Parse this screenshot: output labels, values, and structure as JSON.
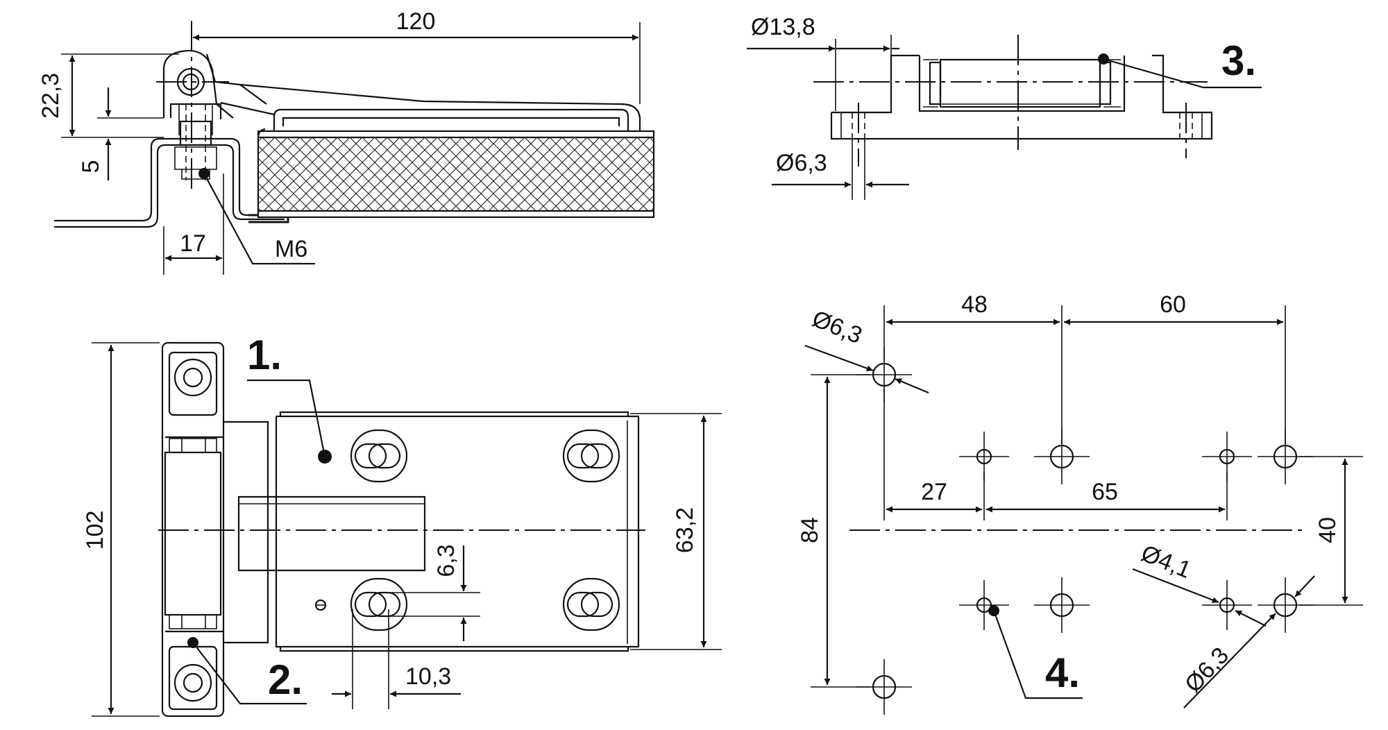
{
  "dimensions": {
    "side_view": {
      "width": "120",
      "height": "22,3",
      "offset": "5",
      "base": "17",
      "thread": "M6"
    },
    "top_view": {
      "barrel_diameter": "Ø13,8",
      "hole_diameter": "Ø6,3"
    },
    "front_view": {
      "height": "102",
      "plate_height": "63,2",
      "slot_height": "6,3",
      "slot_width": "10,3"
    },
    "hole_pattern": {
      "top_left": "48",
      "top_right": "60",
      "hole_diameter_top": "Ø6,3",
      "mid_left": "27",
      "mid_right": "65",
      "height_left": "84",
      "height_right": "40",
      "small_hole_diameter": "Ø4,1",
      "hole_diameter_bottom": "Ø6,3"
    }
  },
  "callouts": {
    "c1": "1.",
    "c2": "2.",
    "c3": "3.",
    "c4": "4."
  }
}
